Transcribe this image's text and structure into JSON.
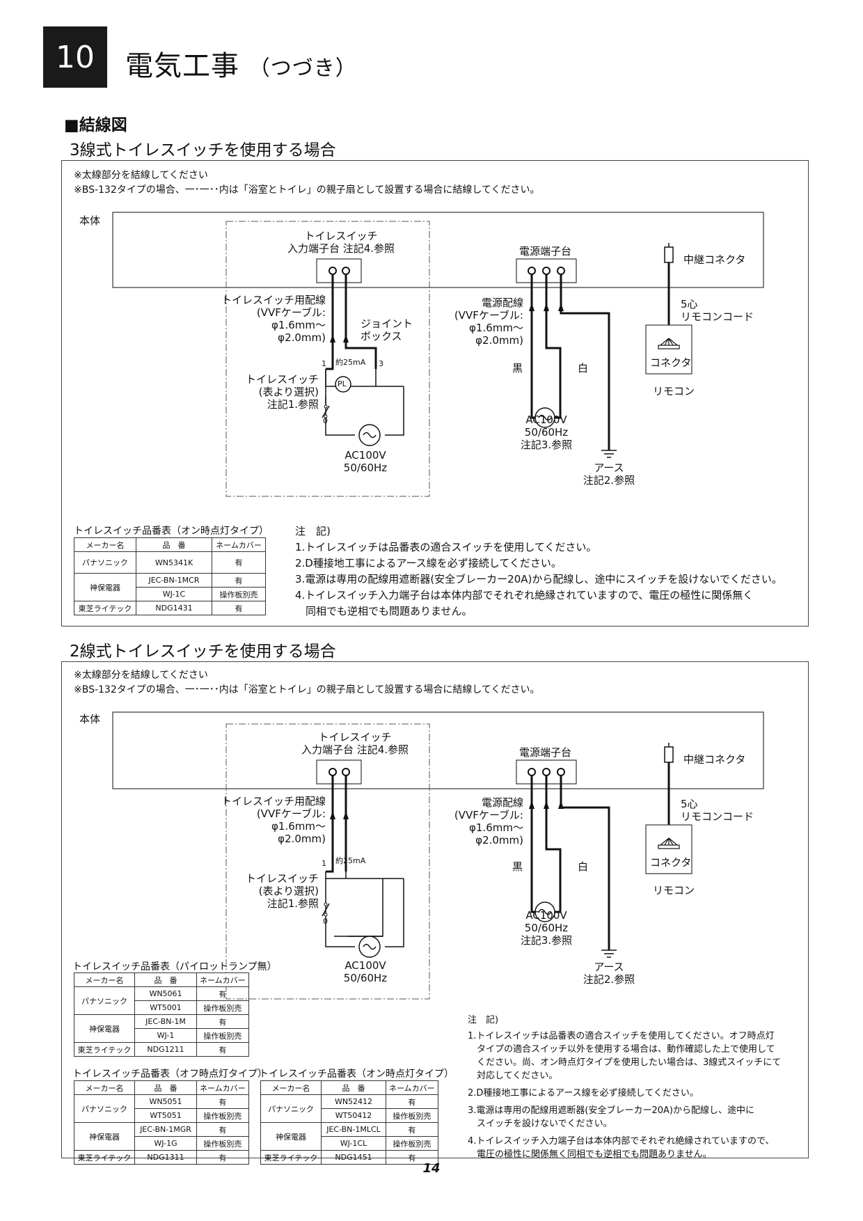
{
  "header": {
    "number": "10",
    "title": "電気工事",
    "title_suffix": "（つづき）"
  },
  "heading": "■結線図",
  "sec1": {
    "title": "3線式トイレスイッチを使用する場合",
    "note1": "※太線部分を結線してください",
    "note2": "※BS-132タイプの場合、一･一･･内は「浴室とトイレ」の親子扇として設置する場合に結線してください。",
    "body": "本体",
    "ts_terminal": "トイレスイッチ",
    "ts_terminal2": "入力端子台 注記4.参照",
    "power_terminal": "電源端子台",
    "relay": "中継コネクタ",
    "ts_wiring": [
      "トイレスイッチ用配線",
      "(VVFケーブル:",
      "φ1.6mm〜",
      "φ2.0mm)"
    ],
    "joint": [
      "ジョイント",
      "ボックス"
    ],
    "current": "約25mA",
    "n1": "1",
    "n3": "3",
    "n0": "0",
    "pl": "PL",
    "ts": [
      "トイレスイッチ",
      "(表より選択)",
      "注記1.参照"
    ],
    "ac_left": [
      "AC100V",
      "50/60Hz"
    ],
    "power_wiring": [
      "電源配線",
      "(VVFケーブル:",
      "φ1.6mm〜",
      "φ2.0mm)"
    ],
    "black": "黒",
    "white": "白",
    "ac_right": [
      "AC100V",
      "50/60Hz",
      "注記3.参照"
    ],
    "earth": [
      "アース",
      "注記2.参照"
    ],
    "cord": [
      "5心",
      "リモコンコード"
    ],
    "connector": "コネクタ",
    "remote": "リモコン",
    "table": {
      "caption": "トイレスイッチ品番表（オン時点灯タイプ）",
      "headers": [
        "メーカー名",
        "品　番",
        "ネームカバー"
      ],
      "rows": [
        [
          "パナソニック",
          "WN5341K",
          "有"
        ],
        [
          "神保電器",
          "JEC-BN-1MCR",
          "有"
        ],
        [
          "",
          "WJ-1C",
          "操作板別売"
        ],
        [
          "東芝ライテック",
          "NDG1431",
          "有"
        ]
      ]
    },
    "notes_title": "注　記)",
    "notes": [
      "1.トイレスイッチは品番表の適合スイッチを使用してください。",
      "2.D種接地工事によるアース線を必ず接続してください。",
      "3.電源は専用の配線用遮断器(安全ブレーカー20A)から配線し、途中にスイッチを設けないでください。",
      "4.トイレスイッチ入力端子台は本体内部でそれぞれ絶縁されていますので、電圧の極性に関係無く",
      "　同相でも逆相でも問題ありません。"
    ]
  },
  "sec2": {
    "title": "2線式トイレスイッチを使用する場合",
    "note1": "※太線部分を結線してください",
    "note2": "※BS-132タイプの場合、一･一･･内は「浴室とトイレ」の親子扇として設置する場合に結線してください。",
    "body": "本体",
    "ts_terminal": "トイレスイッチ",
    "ts_terminal2": "入力端子台 注記4.参照",
    "power_terminal": "電源端子台",
    "relay": "中継コネクタ",
    "ts_wiring": [
      "トイレスイッチ用配線",
      "(VVFケーブル:",
      "φ1.6mm〜",
      "φ2.0mm)"
    ],
    "current": "約25mA",
    "n1": "1",
    "n0": "0",
    "ts": [
      "トイレスイッチ",
      "(表より選択)",
      "注記1.参照"
    ],
    "ac_left": [
      "AC100V",
      "50/60Hz"
    ],
    "power_wiring": [
      "電源配線",
      "(VVFケーブル:",
      "φ1.6mm〜",
      "φ2.0mm)"
    ],
    "black": "黒",
    "white": "白",
    "ac_right": [
      "AC100V",
      "50/60Hz",
      "注記3.参照"
    ],
    "earth": [
      "アース",
      "注記2.参照"
    ],
    "cord": [
      "5心",
      "リモコンコード"
    ],
    "connector": "コネクタ",
    "remote": "リモコン",
    "table_a": {
      "caption": "トイレスイッチ品番表（パイロットランプ無）",
      "headers": [
        "メーカー名",
        "品　番",
        "ネームカバー"
      ],
      "rows": [
        [
          "パナソニック",
          "WN5061",
          "有"
        ],
        [
          "",
          "WT5001",
          "操作板別売"
        ],
        [
          "神保電器",
          "JEC-BN-1M",
          "有"
        ],
        [
          "",
          "WJ-1",
          "操作板別売"
        ],
        [
          "東芝ライテック",
          "NDG1211",
          "有"
        ]
      ]
    },
    "table_b": {
      "caption": "トイレスイッチ品番表（オフ時点灯タイプ）",
      "headers": [
        "メーカー名",
        "品　番",
        "ネームカバー"
      ],
      "rows": [
        [
          "パナソニック",
          "WN5051",
          "有"
        ],
        [
          "",
          "WT5051",
          "操作板別売"
        ],
        [
          "神保電器",
          "JEC-BN-1MGR",
          "有"
        ],
        [
          "",
          "WJ-1G",
          "操作板別売"
        ],
        [
          "東芝ライテック",
          "NDG1311",
          "有"
        ]
      ]
    },
    "table_c": {
      "caption": "トイレスイッチ品番表（オン時点灯タイプ）",
      "headers": [
        "メーカー名",
        "品　番",
        "ネームカバー"
      ],
      "rows": [
        [
          "パナソニック",
          "WN52412",
          "有"
        ],
        [
          "",
          "WT50412",
          "操作板別売"
        ],
        [
          "神保電器",
          "JEC-BN-1MLCL",
          "有"
        ],
        [
          "",
          "WJ-1CL",
          "操作板別売"
        ],
        [
          "東芝ライテック",
          "NDG1451",
          "有"
        ]
      ]
    },
    "notes_title": "注　記)",
    "notes": [
      "1.トイレスイッチは品番表の適合スイッチを使用してください。オフ時点灯",
      "　タイプの適合スイッチ以外を使用する場合は、動作確認した上で使用して",
      "　ください。尚、オン時点灯タイプを使用したい場合は、3線式スイッチにて",
      "　対応してください。",
      "2.D種接地工事によるアース線を必ず接続してください。",
      "3.電源は専用の配線用遮断器(安全ブレーカー20A)から配線し、途中に",
      "　スイッチを設けないでください。",
      "4.トイレスイッチ入力端子台は本体内部でそれぞれ絶縁されていますので、",
      "　電圧の極性に関係無く同相でも逆相でも問題ありません。"
    ]
  },
  "page_number": "14"
}
